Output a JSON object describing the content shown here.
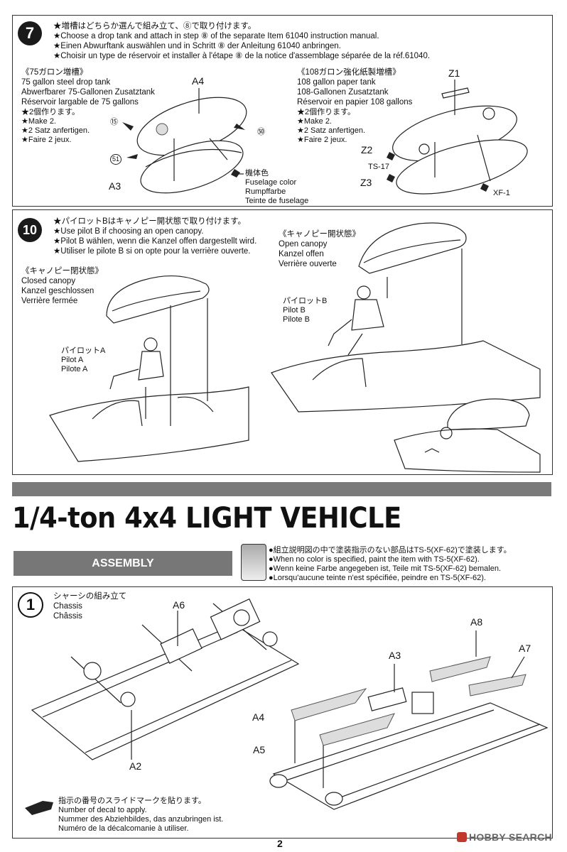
{
  "step7": {
    "number": "7",
    "instructions": [
      "★増槽はどちらか選んで組み立て、⑧で取り付けます。",
      "★Choose a drop tank and attach in step ⑧ of the separate Item 61040 instruction manual.",
      "★Einen Abwurftank auswählen und in Schritt ⑧ der Anleitung 61040 anbringen.",
      "★Choisir un type de réservoir et installer à l'étape ⑧ de la notice d'assemblage séparée de la réf.61040."
    ],
    "tank75": {
      "jp": "《75ガロン増槽》",
      "lines": [
        "75 gallon steel drop tank",
        "Abwerfbarer 75-Gallonen Zusatztank",
        "Réservoir largable de 75 gallons"
      ],
      "make": [
        "★2個作ります。",
        "★Make 2.",
        "★2 Satz anfertigen.",
        "★Faire 2 jeux."
      ],
      "parts": {
        "a4": "A4",
        "a3": "A3",
        "d15": "⑮",
        "d50": "㊿",
        "d51": "51"
      },
      "color": [
        "機体色",
        "Fuselage color",
        "Rumpffarbe",
        "Teinte de fuselage"
      ]
    },
    "tank108": {
      "jp": "《108ガロン強化紙製増槽》",
      "lines": [
        "108 gallon paper tank",
        "108-Gallonen Zusatztank",
        "Réservoir en papier 108 gallons"
      ],
      "make": [
        "★2個作ります。",
        "★Make 2.",
        "★2 Satz anfertigen.",
        "★Faire 2 jeux."
      ],
      "parts": {
        "z1": "Z1",
        "z2": "Z2",
        "z3": "Z3",
        "ts17": "TS-17",
        "xf1": "XF-1"
      }
    }
  },
  "step10": {
    "number": "10",
    "instructions": [
      "★パイロットBはキャノピー開状態で取り付けます。",
      "★Use pilot B if choosing an open canopy.",
      "★Pilot B wählen, wenn die Kanzel offen dargestellt wird.",
      "★Utiliser le pilote B si on opte pour la verrière ouverte."
    ],
    "closed": {
      "jp": "《キャノピー閉状態》",
      "lines": [
        "Closed canopy",
        "Kanzel geschlossen",
        "Verrière fermée"
      ]
    },
    "open": {
      "jp": "《キャノピー開状態》",
      "lines": [
        "Open canopy",
        "Kanzel offen",
        "Verrière ouverte"
      ]
    },
    "pilotA": [
      "パイロットA",
      "Pilot A",
      "Pilote A"
    ],
    "pilotB": [
      "パイロットB",
      "Pilot B",
      "Pilote B"
    ]
  },
  "banner": {
    "title": "1/4-ton 4x4 LIGHT VEHICLE"
  },
  "assembly": {
    "label": "ASSEMBLY",
    "notes": [
      "●組立説明図の中で塗装指示のない部品はTS-5(XF-62)で塗装します。",
      "●When no color is specified, paint the item with TS-5(XF-62).",
      "●Wenn keine Farbe angegeben ist, Teile mit TS-5(XF-62) bemalen.",
      "●Lorsqu'aucune teinte n'est spécifiée, peindre en TS-5(XF-62)."
    ]
  },
  "step1": {
    "number": "1",
    "lines": [
      "シャーシの組み立て",
      "Chassis",
      "Châssis"
    ],
    "parts": {
      "a6": "A6",
      "a2": "A2",
      "a8": "A8",
      "a3": "A3",
      "a7": "A7",
      "a4": "A4",
      "a5": "A5"
    }
  },
  "decal_note": [
    "指示の番号のスライドマークを貼ります。",
    "Number of decal to apply.",
    "Nummer des Abziehbildes, das anzubringen ist.",
    "Numéro de la décalcomanie à utiliser."
  ],
  "page_number": "2",
  "watermark": "HOBBY SEARCH"
}
